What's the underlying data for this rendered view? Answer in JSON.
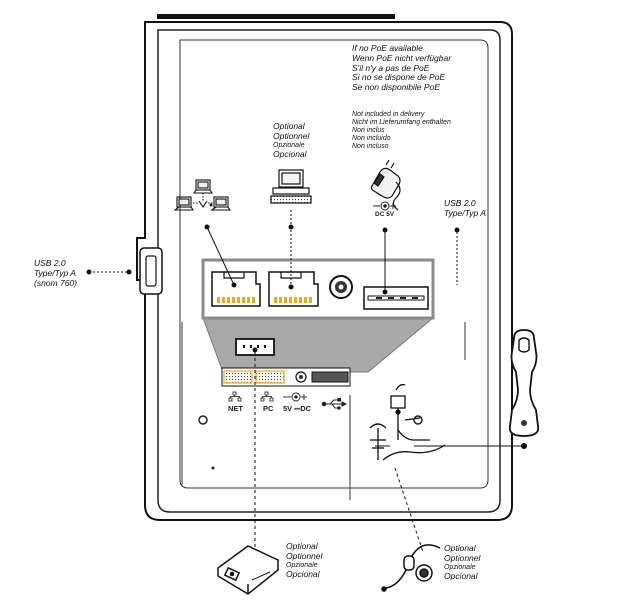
{
  "poe_note": {
    "lines": [
      "If no PoE available",
      "Wenn PoE nicht verfügbar",
      "S'il n'y a pas de PoE",
      "Si no se dispone de PoE",
      "Se non disponibile PoE"
    ]
  },
  "not_included_note": {
    "lines": [
      "Not included in delivery",
      "Nicht im Lieferumfang enthalten",
      "Non inclus",
      "Non incluido",
      "Non incluso"
    ]
  },
  "optional_pc_label": {
    "lines": [
      "Optional",
      "Optionnel",
      "Opzionale",
      "Opcional"
    ]
  },
  "optional_headset_label": {
    "lines": [
      "Optional",
      "Optionnel",
      "Opzionale",
      "Opcional"
    ]
  },
  "optional_adapter_label": {
    "lines": [
      "Optional",
      "Optionnel",
      "Opzionale",
      "Opcional"
    ]
  },
  "usb_right_label": {
    "lines": [
      "USB 2.0",
      "Type/Typ A"
    ]
  },
  "usb_left_label": {
    "lines": [
      "USB 2.0",
      "Type/Typ A",
      "(snom 760)"
    ]
  },
  "power_supply_caption": "DC 5V",
  "ports": {
    "net_label": "NET",
    "pc_label": "PC",
    "dc_label": "5V ⎓DC"
  },
  "icons": [
    "network-computers-icon",
    "pc-icon",
    "power-adapter-icon",
    "usb-icon",
    "ethernet-port-icon",
    "handset-icon",
    "headset-icon",
    "ehs-adapter-icon"
  ]
}
